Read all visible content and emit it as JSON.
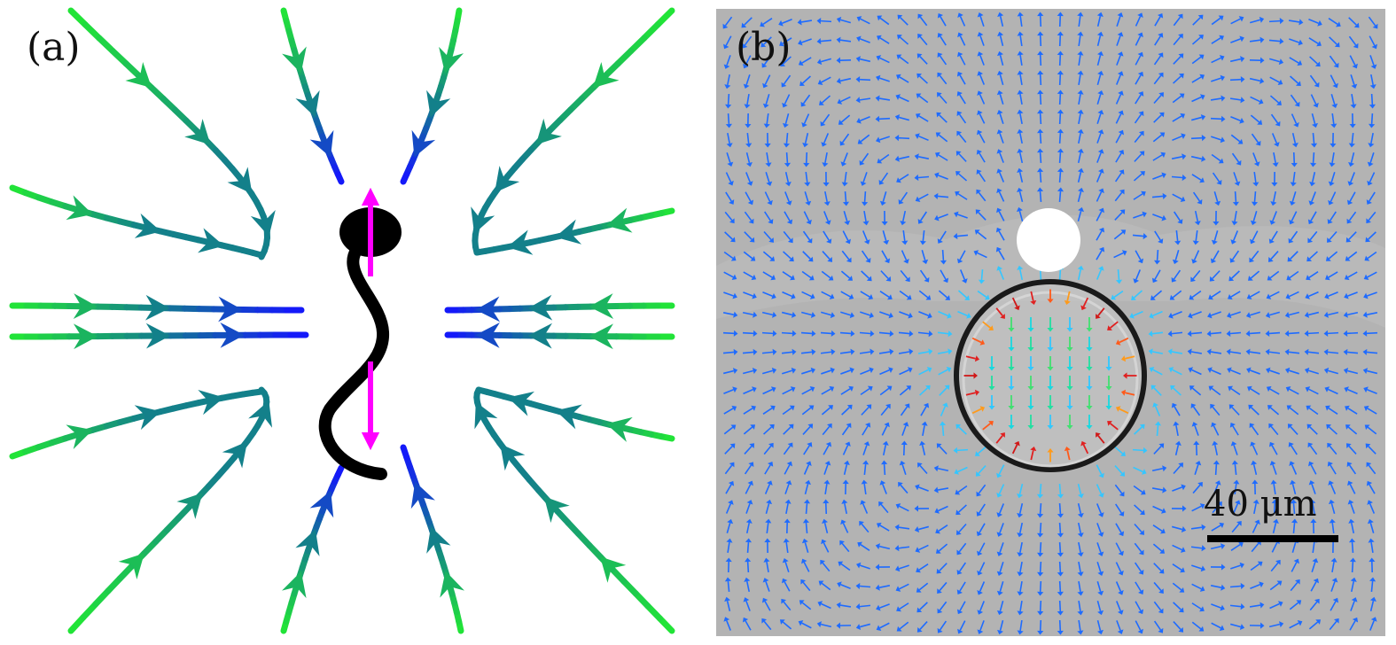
{
  "panels": {
    "a": {
      "label": "(a)"
    },
    "b": {
      "label": "(b)",
      "scale_bar_label": "40 μm"
    }
  },
  "colors": {
    "background_b": "#b3b3b3",
    "streamline_far": "#22e834",
    "streamline_near": "#1414ff",
    "streamline_mid": "#13808a",
    "force_arrow": "#ff00ff",
    "body": "#000000",
    "vector_field": "#1e6bff",
    "scale_bar": "#000000"
  },
  "icons": {
    "swimmer": "black-head-and-flagellum",
    "streamline_marker": "arrowhead",
    "vector_arrow": "small-arrow"
  }
}
